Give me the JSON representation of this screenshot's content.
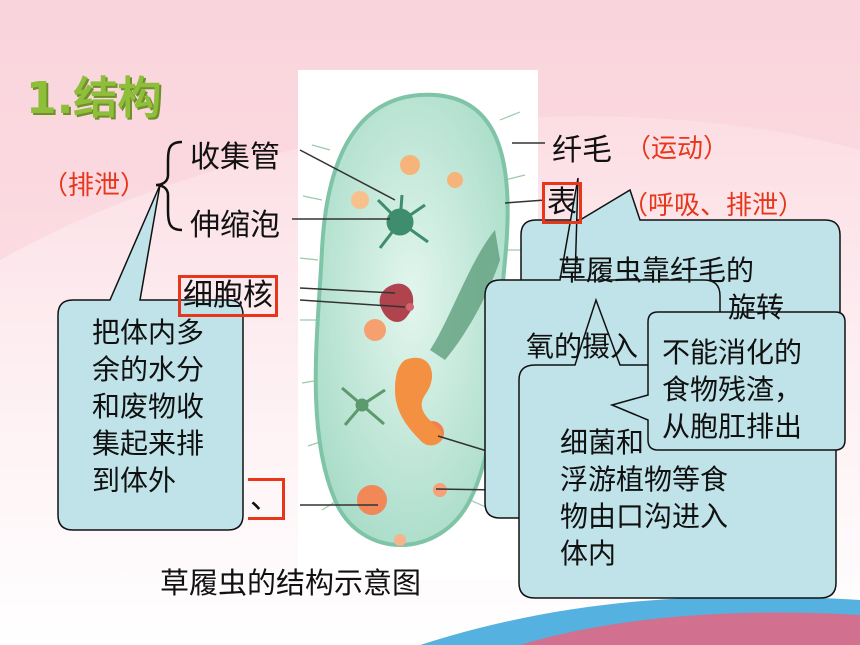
{
  "heading": "1.结构",
  "caption": "草履虫的结构示意图",
  "labels": {
    "collecting_tube": "收集管",
    "contractile_vacuole": "伸缩泡",
    "excretion": "（排泄）",
    "cilia": "纤毛",
    "movement": "（运动）",
    "membrane_partial": "表",
    "respiration_excretion": "（呼吸、排泄）",
    "nucleus": "细胞核",
    "cut_label": "、"
  },
  "bubbles": {
    "vacuole_function": "把体内多余的水分和废物收集起来排到体外",
    "cilia_function": "草履虫靠纤毛的摆动在水中旋转前进",
    "membrane_function": "氧的摄入、二氧化碳的排出",
    "food_entry": "细菌和微小的浮游植物等食物由口沟进入体内",
    "anus": "不能消化的食物残渣，从胞肛排出"
  },
  "bubble_visible": {
    "cilia_function_lines": [
      "草履虫靠纤毛的",
      "旋转"
    ],
    "membrane_function_line": "氧的摄入",
    "food_entry_lines": [
      "细菌和",
      "浮游植物等食",
      "物由口沟进入",
      "体内"
    ],
    "anus_lines": [
      "不能消化的",
      "食物残渣，",
      "从胞肛排出"
    ],
    "vacuole_lines": [
      "把体内多",
      "余的水分",
      "和废物收",
      "集起来排",
      "到体外"
    ]
  },
  "colors": {
    "background_top": "#fbe0e6",
    "background_bottom": "#ffffff",
    "heading": "#8fbf3a",
    "accent_red": "#e8361a",
    "bubble_fill": "#bfe3e8",
    "cell_fill": "#cfeee0"
  }
}
